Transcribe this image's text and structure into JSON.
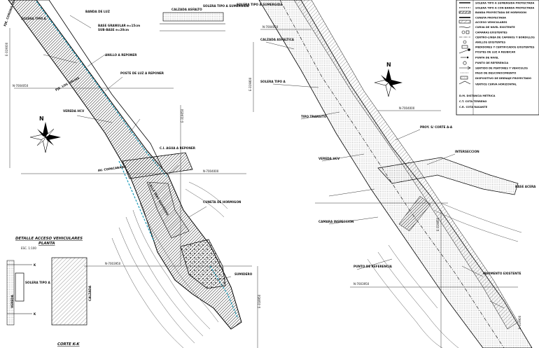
{
  "drawing": {
    "left_plan": {
      "street_labels": [
        "PJE. CORONA DEL MAR",
        "AV. COPACABANA",
        "PJE. LOS DALIAS",
        "CALLE DIAS GUARDIAS"
      ],
      "grid_labels": [
        "N-7004050",
        "N-7004000",
        "N-7003950",
        "E-319050",
        "E-319000",
        "E-318950"
      ],
      "annotations": [
        "CALZADA ASFALTO",
        "BASE GRANULAR e=15cm",
        "SUB-BASE e=20cm",
        "SOLERA TIPO A SUMERGIDA",
        "SOLERA TIPO A",
        "BANDA DE LUZ",
        "VEREDA HCV",
        "ANILLO A REPONER",
        "POSTE DE LUZ A REPONER",
        "C.I. AGUA A REPONER",
        "CUNETA DE HORMIGON",
        "SUMIDERO"
      ]
    },
    "detail": {
      "title": "DETALLE ACCESO VEHICULARES",
      "subtitle": "PLANTA",
      "scale": "ESC. 1:100",
      "cut_label": "CORTE K-K",
      "markers": [
        "K",
        "K"
      ],
      "notes": [
        "SOLERA TIPO A",
        "VEREDA",
        "CALZADA"
      ]
    },
    "right_plan": {
      "grid_labels": [
        "N-7004050",
        "N-7004000",
        "N-7003950",
        "E-319800",
        "E-319850",
        "E-319900"
      ],
      "annotations": [
        "SOLERA TIPO A SUMERGIDA",
        "SOLERA TIPO A",
        "CALZADA ASFALTICA",
        "PROY. S/ CORTE A-A",
        "TIPO TRANSITO",
        "VEREDA HCV",
        "CAMARA INSPECCION",
        "INTERSECCION",
        "BASE ACERA",
        "PUNTO DE REFERENCIA",
        "PAVIMENTO EXISTENTE"
      ]
    },
    "north_arrow_label": "N",
    "legend": {
      "items": [
        "SOLERA TIPO A SUMERGIDA PROYECTADA",
        "SOLERA TIPO A CON BANDA PROYECTADA",
        "BANDA PROYECTADA DE HORMIGON",
        "CUNETA PROYECTADA",
        "ACCESO VEHICULARES",
        "CURVA DE NIVEL EXISTENTE",
        "CAMARAS EXISTENTES",
        "CENTRO-LINEA DE CAMINOS Y BORDILLOS",
        "ANILLOS EXISTENTES",
        "MEDIDORES Y CERTIFICADOS EXISTENTES",
        "POSTES DE LUZ A REUBICAR",
        "PUNTA DE NIVEL",
        "PUNTO DE REFERENCIA",
        "SENTIDO DE PEATONES Y VEHICULOS",
        "PASO DE DESCONOCIMIENTO",
        "DISPOSITIVO DE DRENAJE PROYECTADO",
        "VERTICE CURVA HORIZONTAL"
      ],
      "abbrev": [
        "D.M.  DISTANCIA METRICA",
        "C.T.  COTA TERRENO",
        "C.R.  COTA RASANTE"
      ]
    }
  }
}
